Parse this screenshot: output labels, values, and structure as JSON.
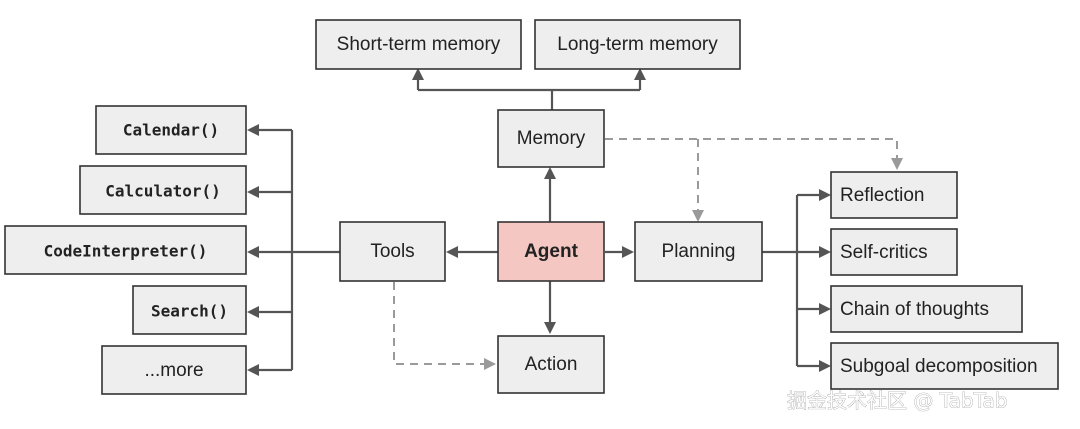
{
  "nodes": {
    "short_term_memory": "Short-term memory",
    "long_term_memory": "Long-term memory",
    "memory": "Memory",
    "agent": "Agent",
    "tools": "Tools",
    "planning": "Planning",
    "action": "Action",
    "calendar": "Calendar()",
    "calculator": "Calculator()",
    "code_interpreter": "CodeInterpreter()",
    "search": "Search()",
    "more": "...more",
    "reflection": "Reflection",
    "self_critics": "Self-critics",
    "chain_of_thoughts": "Chain of thoughts",
    "subgoal_decomposition": "Subgoal decomposition"
  },
  "watermark": "掘金技术社区 @ TabTab",
  "colors": {
    "agent_fill": "#f4c7c3",
    "box_fill": "#eeeeee",
    "border": "#333333",
    "edge": "#555555",
    "dashed_edge": "#9a9a9a"
  }
}
